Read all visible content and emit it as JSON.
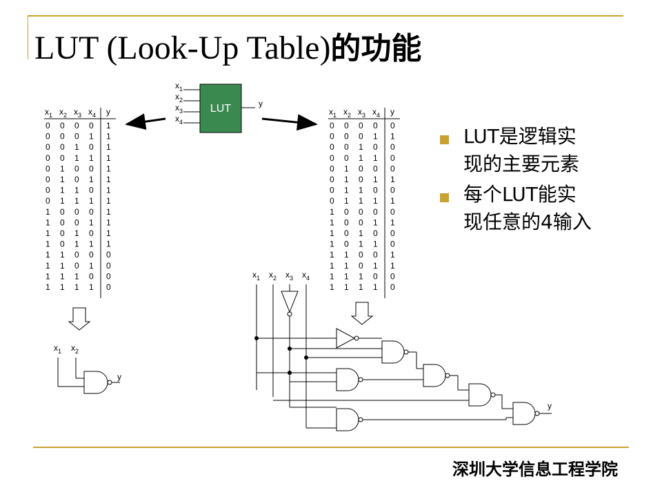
{
  "title": {
    "main": "LUT (Look-Up Table)",
    "suffix": "的功能"
  },
  "footer": "深圳大学信息工程学院",
  "bullets": [
    {
      "lines": [
        "LUT是逻辑实",
        "现的主要元素"
      ]
    },
    {
      "lines": [
        "每个LUT能实",
        "现任意的4输入"
      ]
    }
  ],
  "lut_block": {
    "label": "LUT",
    "output": "y"
  },
  "truth_headers": [
    "x",
    "x",
    "x",
    "x",
    "y"
  ],
  "header_subscripts": [
    "1",
    "2",
    "3",
    "4"
  ],
  "inputs_rows": [
    "0000",
    "0001",
    "0010",
    "0011",
    "0100",
    "0101",
    "0110",
    "0111",
    "1000",
    "1001",
    "1010",
    "1011",
    "1100",
    "1101",
    "1110",
    "1111"
  ],
  "table_left_y": [
    "1",
    "1",
    "1",
    "1",
    "1",
    "1",
    "1",
    "1",
    "1",
    "1",
    "1",
    "1",
    "0",
    "0",
    "0",
    "0"
  ],
  "table_right_y": [
    "0",
    "1",
    "0",
    "0",
    "0",
    "1",
    "0",
    "1",
    "0",
    "1",
    "0",
    "0",
    "1",
    "1",
    "0",
    "0"
  ],
  "circuit_left": {
    "inputs": [
      "x1",
      "x2"
    ],
    "output": "y"
  },
  "circuit_right": {
    "inputs": [
      "x1",
      "x2",
      "x3",
      "x4"
    ],
    "output": "y"
  },
  "colors": {
    "accent": "#C9A22B",
    "lut_fill": "#3A8A50"
  }
}
